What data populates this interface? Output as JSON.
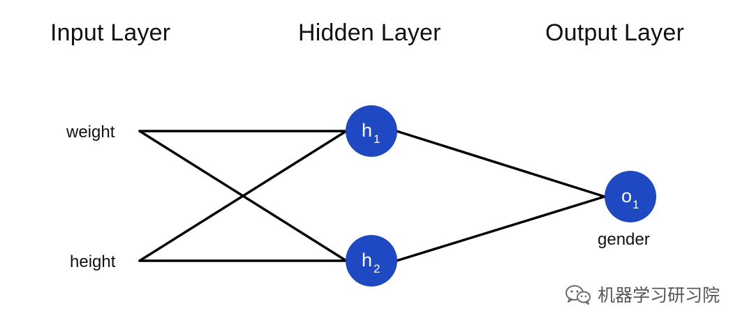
{
  "layers": {
    "input_title": "Input Layer",
    "hidden_title": "Hidden Layer",
    "output_title": "Output Layer"
  },
  "inputs": {
    "weight": "weight",
    "height": "height"
  },
  "hidden": {
    "h1": {
      "base": "h",
      "sub": "1"
    },
    "h2": {
      "base": "h",
      "sub": "2"
    }
  },
  "output": {
    "o1": {
      "base": "o",
      "sub": "1"
    },
    "label": "gender"
  },
  "colors": {
    "node": "#1f49c2",
    "edge": "#000000"
  },
  "watermark": {
    "icon": "wechat-icon",
    "text": "机器学习研习院"
  }
}
